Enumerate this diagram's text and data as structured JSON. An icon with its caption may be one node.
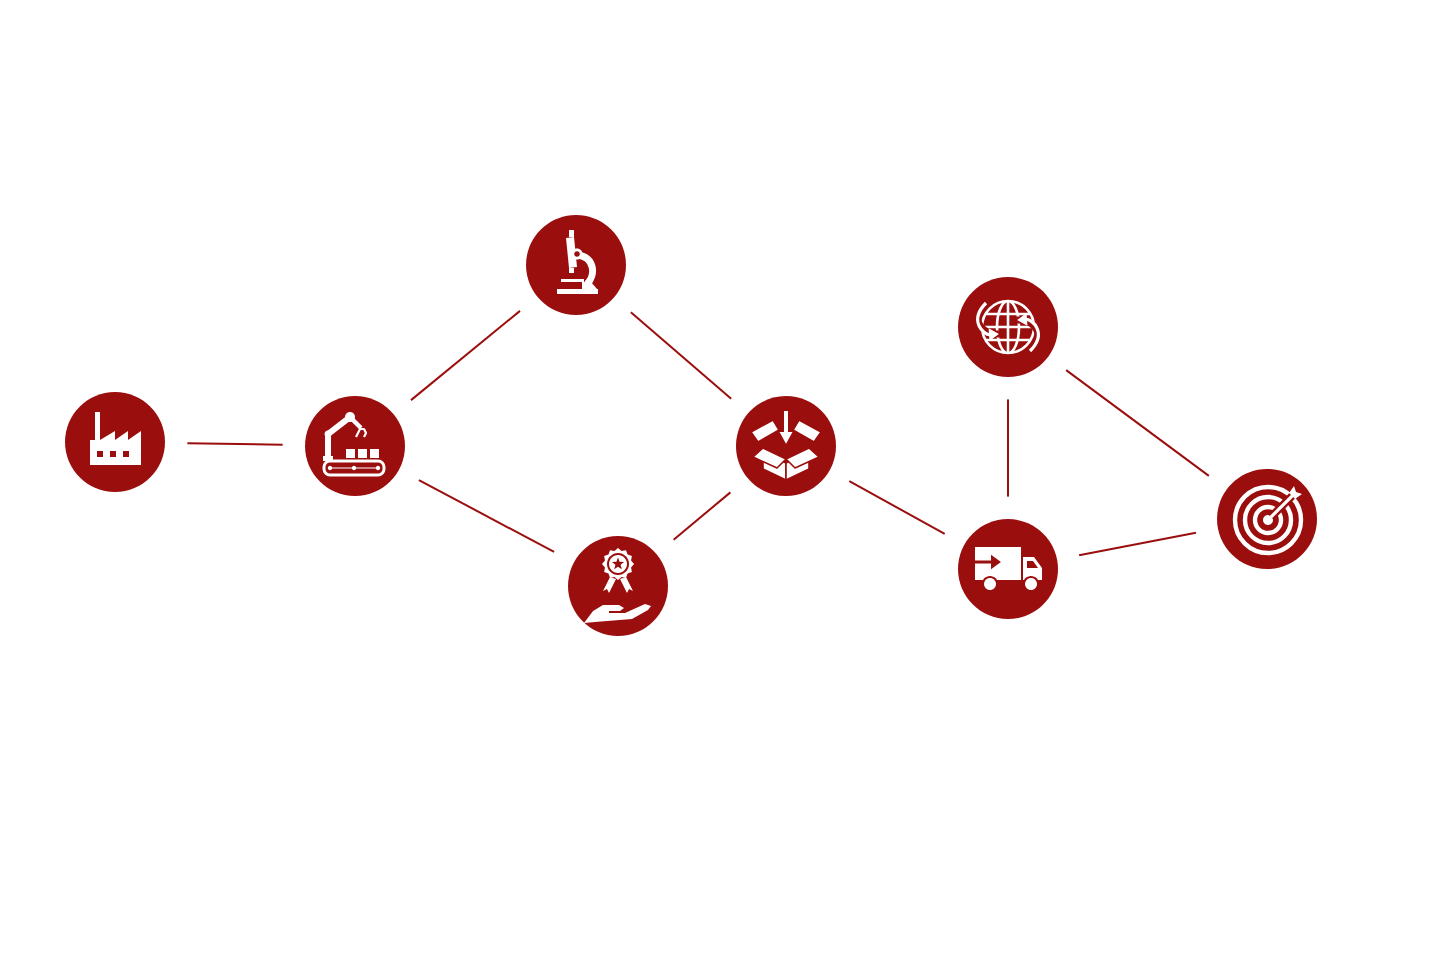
{
  "diagram": {
    "nodes": [
      {
        "text": [],
        "shape": "circle"
      },
      {
        "text": [],
        "shape": "circle"
      },
      {
        "text": [],
        "shape": "circle"
      },
      {
        "text": [],
        "shape": "circle"
      },
      {
        "text": [],
        "shape": "circle"
      },
      {
        "text": [],
        "shape": "circle"
      },
      {
        "text": [],
        "shape": "circle"
      },
      {
        "text": [],
        "shape": "circle"
      }
    ],
    "edges": [
      {
        "from": 0,
        "to": 1,
        "arrow": "none"
      },
      {
        "from": 1,
        "to": 2,
        "arrow": "none"
      },
      {
        "from": 1,
        "to": 3,
        "arrow": "none"
      },
      {
        "from": 2,
        "to": 4,
        "arrow": "none"
      },
      {
        "from": 3,
        "to": 4,
        "arrow": "none"
      },
      {
        "from": 4,
        "to": 6,
        "arrow": "none"
      },
      {
        "from": 5,
        "to": 6,
        "arrow": "none"
      },
      {
        "from": 5,
        "to": 7,
        "arrow": "none"
      },
      {
        "from": 6,
        "to": 7,
        "arrow": "none"
      }
    ]
  }
}
